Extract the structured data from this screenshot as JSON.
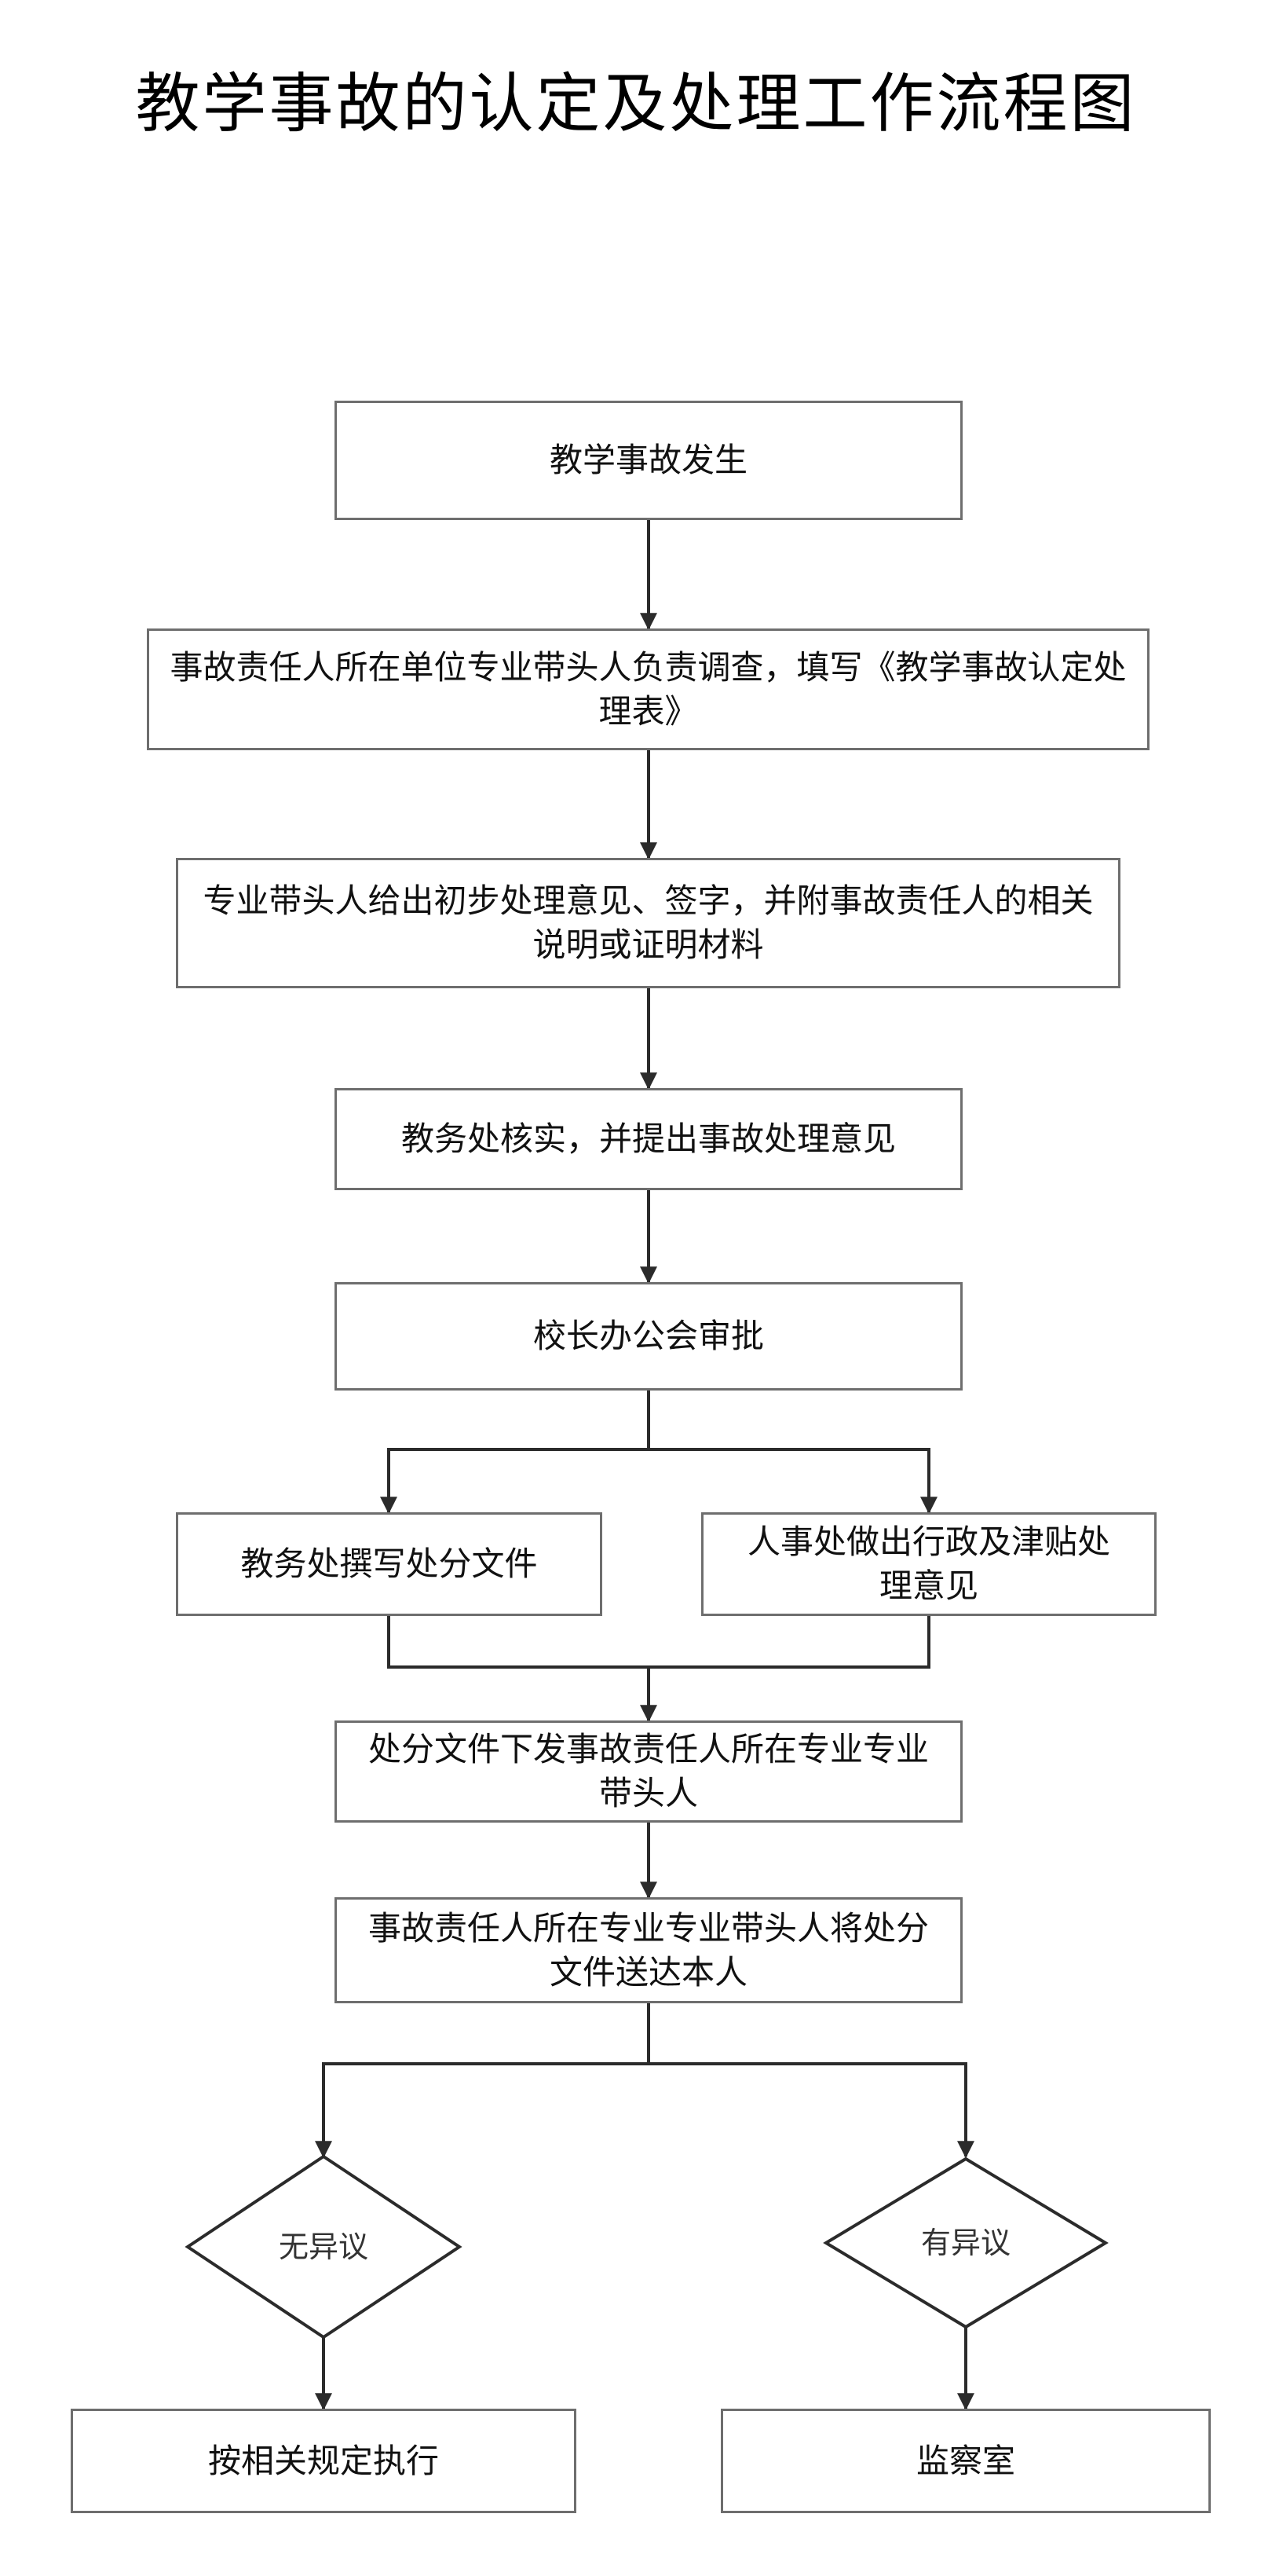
{
  "title": "教学事故的认定及处理工作流程图",
  "steps": {
    "occur": "教学事故发生",
    "investigate": "事故责任人所在单位专业带头人负责调查，填写《教学事故认定处理表》",
    "preliminary": "专业带头人给出初步处理意见、签字，并附事故责任人的相关说明或证明材料",
    "verify": "教务处核实，并提出事故处理意见",
    "approve": "校长办公会审批",
    "write_doc": "教务处撰写处分文件",
    "hr_opinion": "人事处做出行政及津贴处理意见",
    "issue_doc": "处分文件下发事故责任人所在专业专业带头人",
    "deliver": "事故责任人所在专业专业带头人将处分文件送达本人",
    "execute": "按相关规定执行",
    "supervise": "监察室"
  },
  "decisions": {
    "no_objection": "无异议",
    "objection": "有异议"
  },
  "colors": {
    "box_border": "#6e6e6e",
    "connector": "#2b2b2b",
    "text": "#111111"
  }
}
